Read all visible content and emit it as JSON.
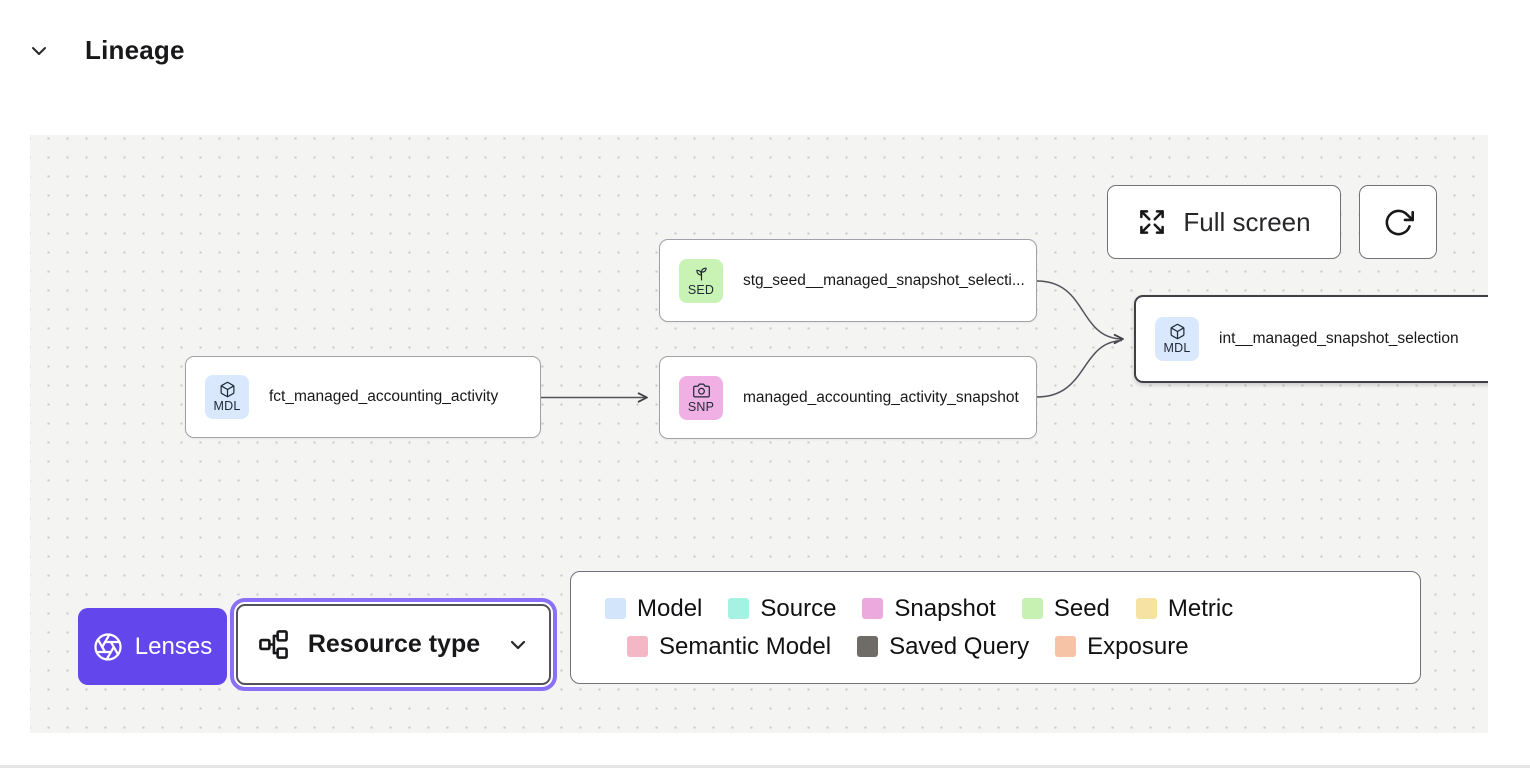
{
  "colors": {
    "accent_purple": "#6346ec",
    "focus_ring_purple": "#8a70f6",
    "canvas_background": "#f4f4f3",
    "selected_node_border": "#3f3f46"
  },
  "header": {
    "title": "Lineage"
  },
  "toolbar": {
    "full_screen_label": "Full screen"
  },
  "nodes": [
    {
      "badge": "MDL",
      "type": "model",
      "label": "fct_managed_accounting_activity",
      "badge_color": "#d9e8fc"
    },
    {
      "badge": "SED",
      "type": "seed",
      "label": "stg_seed__managed_snapshot_selecti...",
      "badge_color": "#c9f2b5"
    },
    {
      "badge": "SNP",
      "type": "snapshot",
      "label": "managed_accounting_activity_snapshot",
      "badge_color": "#f0b0e4"
    },
    {
      "badge": "MDL",
      "type": "model",
      "label": "int__managed_snapshot_selection",
      "badge_color": "#d9e8fc",
      "selected": true
    }
  ],
  "lenses": {
    "label": "Lenses"
  },
  "resource_type": {
    "label": "Resource type"
  },
  "legend": {
    "items": [
      {
        "label": "Model",
        "color": "#d3e5fa"
      },
      {
        "label": "Source",
        "color": "#a5f2e2"
      },
      {
        "label": "Snapshot",
        "color": "#eba9dd"
      },
      {
        "label": "Seed",
        "color": "#c7f1b2"
      },
      {
        "label": "Metric",
        "color": "#f6e3a4"
      },
      {
        "label": "Semantic Model",
        "color": "#f3b7c5"
      },
      {
        "label": "Saved Query",
        "color": "#6f6b66"
      },
      {
        "label": "Exposure",
        "color": "#f6c3a7"
      }
    ]
  }
}
